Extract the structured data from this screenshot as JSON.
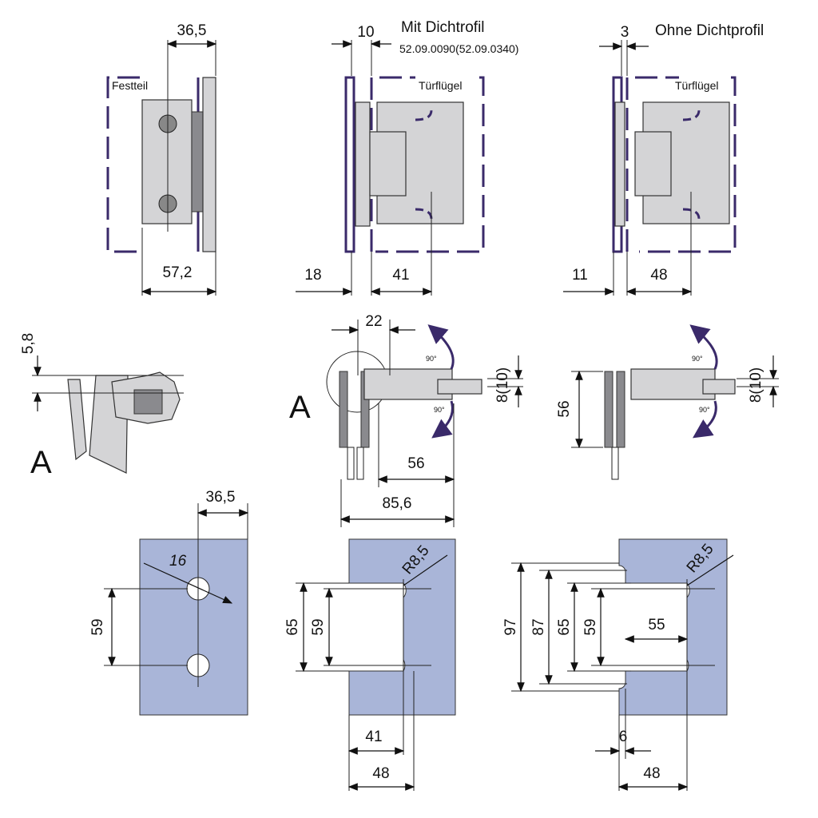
{
  "top": {
    "view1": {
      "label": "Festteil",
      "dim_top": "36,5",
      "dim_bottom": "57,2"
    },
    "view2": {
      "title": "Mit Dichtrofil",
      "part_numbers": "52.09.0090(52.09.0340)",
      "label": "Türflügel",
      "dim_top": "10",
      "dim_left": "18",
      "dim_right": "41"
    },
    "view3": {
      "title": "Ohne Dichtprofil",
      "label": "Türflügel",
      "dim_top": "3",
      "dim_left": "11",
      "dim_right": "48"
    }
  },
  "middle": {
    "detail": {
      "dim": "5,8",
      "section": "A"
    },
    "view2": {
      "section": "A",
      "dim_top": "22",
      "angle_up": "90°",
      "angle_down": "90°",
      "dim_glass": "8(10)",
      "dim_56": "56",
      "dim_856": "85,6"
    },
    "view3": {
      "dim_height": "56",
      "angle_up": "90°",
      "angle_down": "90°",
      "dim_glass": "8(10)"
    }
  },
  "bottom": {
    "plate1": {
      "dim_top": "36,5",
      "dim_hole": "16",
      "dim_spacing": "59"
    },
    "plate2": {
      "radius": "R8,5",
      "dim_65": "65",
      "dim_59": "59",
      "dim_41": "41",
      "dim_48": "48"
    },
    "plate3": {
      "radius": "R8,5",
      "dim_97": "97",
      "dim_87": "87",
      "dim_65": "65",
      "dim_59": "59",
      "dim_55": "55",
      "dim_6": "6",
      "dim_48": "48"
    }
  }
}
